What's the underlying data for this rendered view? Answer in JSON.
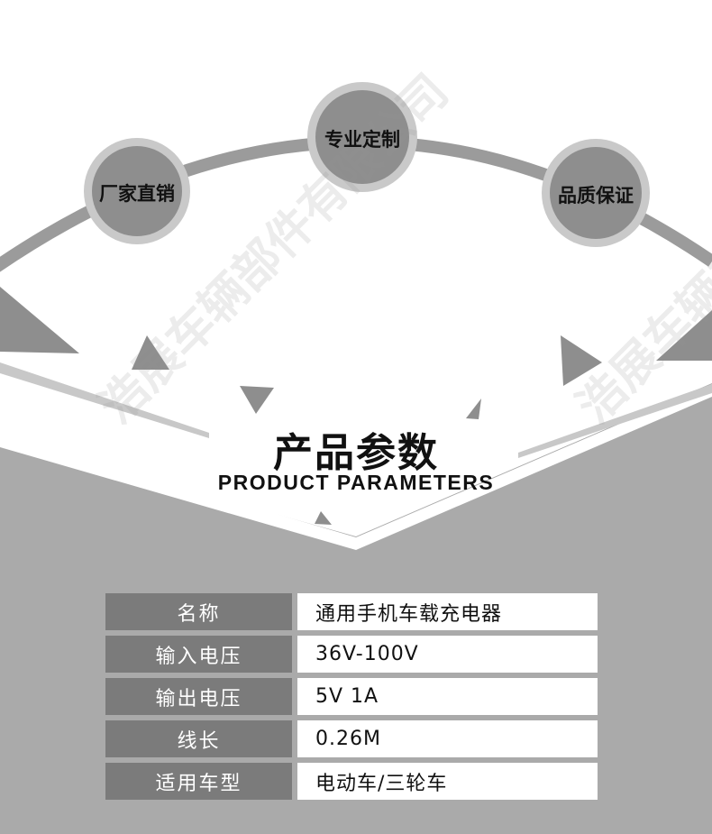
{
  "badges": {
    "left": "厂家直销",
    "center": "专业定制",
    "right": "品质保证"
  },
  "section": {
    "title": "产品参数",
    "subtitle": "PRODUCT PARAMETERS"
  },
  "params": [
    {
      "label": "名称",
      "value": "通用手机车载充电器"
    },
    {
      "label": "输入电压",
      "value": "36V-100V"
    },
    {
      "label": "输出电压",
      "value": "5V 1A"
    },
    {
      "label": "线长",
      "value": "0.26M"
    },
    {
      "label": "适用车型",
      "value": "电动车/三轮车"
    }
  ],
  "watermark": "浩展车辆部件有限公司"
}
